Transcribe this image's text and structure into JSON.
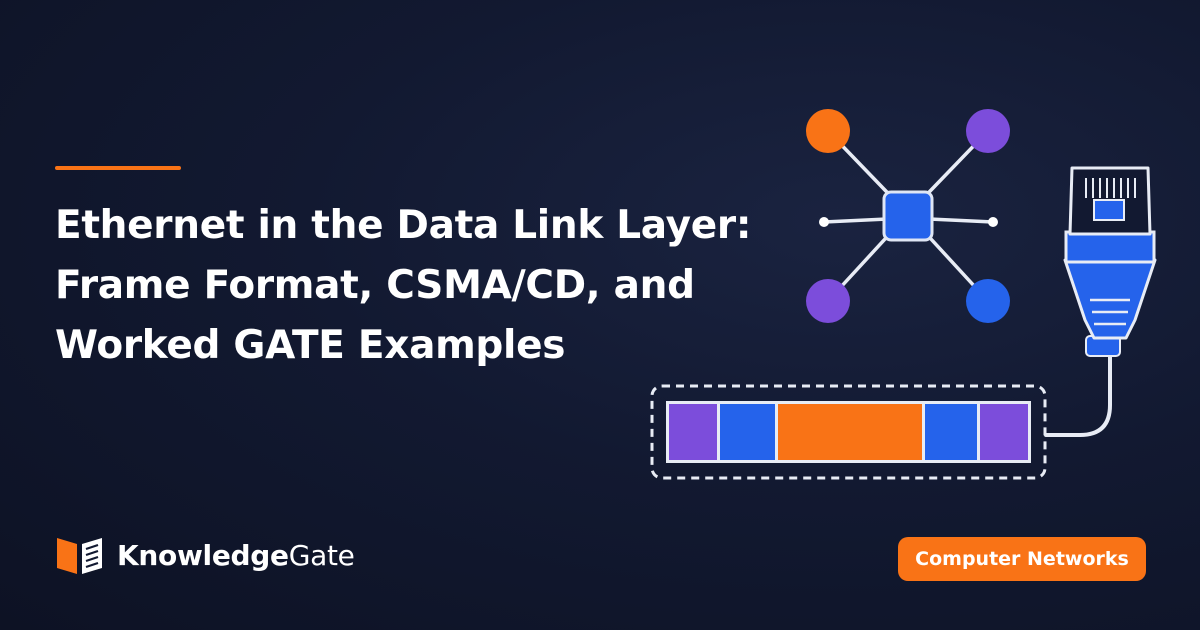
{
  "title_lines": [
    "Ethernet in the Data Link Layer:",
    "Frame Format, CSMA/CD, and",
    "Worked GATE Examples"
  ],
  "brand": {
    "bold_part": "Knowledge",
    "light_part": "Gate",
    "logo_icon": "open-book-icon"
  },
  "badge_label": "Computer Networks",
  "colors": {
    "accent": "#f97316",
    "blue": "#2563eb",
    "purple": "#7c4ddb",
    "background": "#121931"
  },
  "illustration": {
    "network_icon": "star-topology-icon",
    "connector_icon": "ethernet-rj45-plug-icon",
    "frame_icon": "ethernet-frame-icon"
  }
}
